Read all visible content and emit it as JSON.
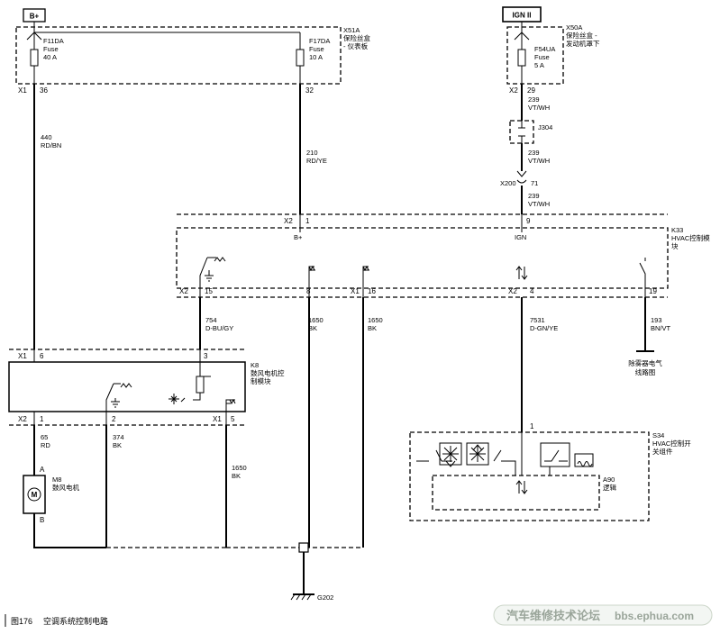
{
  "power": {
    "bplus": "B+",
    "ign": "IGN II"
  },
  "fuse_block_left": {
    "id": "X51A",
    "name_lines": [
      "保险丝盒",
      "- 仪表板"
    ],
    "fuses": [
      {
        "id": "F11DA",
        "type": "Fuse",
        "rating": "40 A",
        "pin": "36"
      },
      {
        "id": "F17DA",
        "type": "Fuse",
        "rating": "10 A",
        "pin": "32"
      }
    ],
    "connector": "X1"
  },
  "fuse_block_right": {
    "id": "X50A",
    "name_lines": [
      "保险丝盒 -",
      "发动机罩下"
    ],
    "fuse": {
      "id": "F54UA",
      "type": "Fuse",
      "rating": "5 A",
      "pin": "29"
    },
    "connector": "X2"
  },
  "wires": {
    "w1_num": "440",
    "w1_color": "RD/BN",
    "w2_num": "210",
    "w2_color": "RD/YE",
    "w3a_num": "239",
    "w3a_color": "VT/WH",
    "w3b_num": "239",
    "w3b_color": "VT/WH",
    "w3c_num": "239",
    "w3c_color": "VT/WH",
    "w4_num": "754",
    "w4_color": "D-BU/GY",
    "w5_num": "1650",
    "w5_color": "BK",
    "w6_num": "1650",
    "w6_color": "BK",
    "w7_num": "7531",
    "w7_color": "D-GN/YE",
    "w8_num": "193",
    "w8_color": "BN/VT",
    "w9_num": "65",
    "w9_color": "RD",
    "w10_num": "374",
    "w10_color": "BK",
    "w11_num": "1650",
    "w11_color": "BK"
  },
  "splice": {
    "id": "J304"
  },
  "inline_connector": {
    "id": "X200",
    "pin": "71"
  },
  "k33": {
    "id": "K33",
    "name_lines": [
      "HVAC控制模",
      "块"
    ],
    "top_conn": "X2",
    "pin_bplus": "1",
    "pin_ign": "9",
    "label_bplus": "B+",
    "label_ign": "IGN",
    "bottom_left_conn": "X2",
    "pin_15": "15",
    "pin_8": "8",
    "bottom_mid_conn": "X1",
    "pin_16": "16",
    "bottom_right_conn": "X2",
    "pin_4": "4",
    "pin_19": "19"
  },
  "rear_defog": {
    "lines": [
      "除雾器电气",
      "线路图"
    ]
  },
  "k8": {
    "id": "K8",
    "name_lines": [
      "鼓风电机控",
      "制模块"
    ],
    "top_conn": "X1",
    "pin_6": "6",
    "pin_3": "3",
    "bottom_conn": "X2",
    "pin_1": "1",
    "pin_2": "2",
    "side_conn": "X1",
    "pin_5": "5"
  },
  "motor": {
    "id": "M8",
    "name": "鼓风电机",
    "pin_a": "A",
    "pin_b": "B",
    "symbol": "M"
  },
  "s34": {
    "id": "S34",
    "name_lines": [
      "HVAC控制开",
      "关组件"
    ],
    "pin": "1",
    "logic_id": "A90",
    "logic_name": "逻辑"
  },
  "ground": {
    "id": "G202"
  },
  "caption": {
    "figure": "图176",
    "title": "空调系统控制电路"
  },
  "watermark": {
    "cn": "汽车维修技术论坛",
    "url": "bbs.ephua.com"
  }
}
